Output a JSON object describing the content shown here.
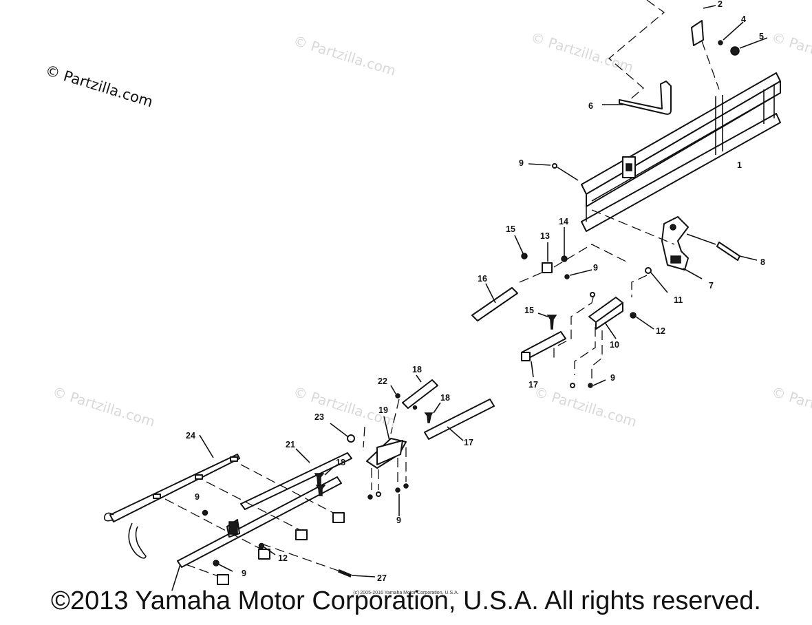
{
  "watermarks": {
    "main": "© Partzilla.com",
    "faint": "© Partzilla.com"
  },
  "copyright": {
    "main": "©2013 Yamaha Motor Corporation, U.S.A. All rights reserved.",
    "small": "(c) 2005-2016 Yamaha Motor Corporation, U.S.A."
  },
  "callouts": {
    "c1": "1",
    "c2": "2",
    "c4": "4",
    "c5": "5",
    "c6": "6",
    "c7": "7",
    "c8": "8",
    "c9a": "9",
    "c9b": "9",
    "c9c": "9",
    "c9d": "9",
    "c9e": "9",
    "c9f": "9",
    "c10": "10",
    "c11": "11",
    "c12a": "12",
    "c12b": "12",
    "c13": "13",
    "c14": "14",
    "c15a": "15",
    "c15b": "15",
    "c16": "16",
    "c17a": "17",
    "c17b": "17",
    "c18a": "18",
    "c18b": "18",
    "c18c": "18",
    "c19": "19",
    "c21": "21",
    "c22": "22",
    "c23": "23",
    "c24": "24",
    "c27": "27"
  },
  "colors": {
    "ink": "#111111",
    "watermark": "#d9d9d9",
    "background": "#ffffff"
  }
}
